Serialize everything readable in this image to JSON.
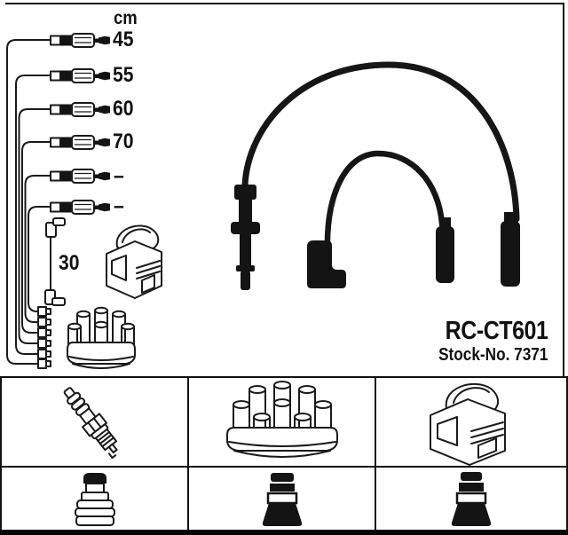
{
  "product": {
    "part_number": "RC-CT601",
    "stock_label": "Stock-No.",
    "stock_number": "7371"
  },
  "measurements": {
    "unit": "cm",
    "coil_wire_length": "30",
    "rows": [
      {
        "label": "45"
      },
      {
        "label": "55"
      },
      {
        "label": "60"
      },
      {
        "label": "70"
      },
      {
        "label": "–"
      },
      {
        "label": "–"
      }
    ]
  },
  "diagram": {
    "main_icons": [
      "cable-harness",
      "ignition-coil",
      "distributor-cap",
      "coil-wire"
    ],
    "photo_icons": [
      "ignition-cable-long",
      "ignition-cable-short"
    ],
    "parts_grid": {
      "row1": [
        "spark-plug",
        "distributor-cap",
        "ignition-coil"
      ],
      "row2": [
        "plug-boot-ribbed",
        "plug-boot-flared",
        "plug-boot-flared-tall"
      ]
    }
  },
  "colors": {
    "background": "#ffffff",
    "line_art": "#1a1a1a",
    "photo_black": "#161616",
    "border": "#111111",
    "bottom_bar": "#000000"
  }
}
